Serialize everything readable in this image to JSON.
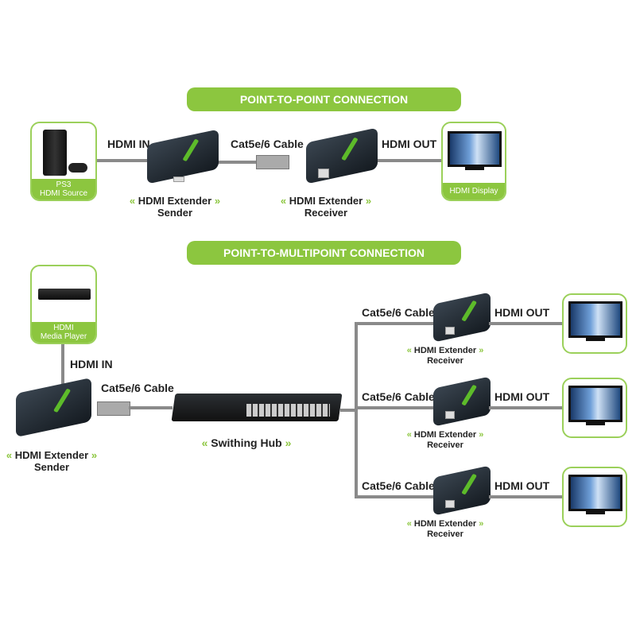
{
  "sections": {
    "point_to_point": {
      "title": "POINT-TO-POINT CONNECTION",
      "source": {
        "caption_line1": "PS3",
        "caption_line2": "HDMI Source",
        "icon": "game-console-icon"
      },
      "cable_in_label": "HDMI IN",
      "sender": {
        "line1": "HDMI Extender",
        "line2": "Sender"
      },
      "cat_cable_label": "Cat5e/6 Cable",
      "receiver": {
        "line1": "HDMI Extender",
        "line2": "Receiver"
      },
      "cable_out_label": "HDMI OUT",
      "display": {
        "caption": "HDMI Display",
        "icon": "tv-icon"
      }
    },
    "point_to_multipoint": {
      "title": "POINT-TO-MULTIPOINT CONNECTION",
      "source": {
        "caption_line1": "HDMI",
        "caption_line2": "Media Player",
        "icon": "media-player-icon"
      },
      "cable_in_label": "HDMI IN",
      "sender": {
        "line1": "HDMI Extender",
        "line2": "Sender"
      },
      "cat_cable_label": "Cat5e/6 Cable",
      "hub": {
        "label": "Swithing Hub"
      },
      "branches": [
        {
          "cable_label": "Cat5e/6 Cable",
          "out_label": "HDMI OUT",
          "receiver_line1": "HDMI Extender",
          "receiver_line2": "Receiver"
        },
        {
          "cable_label": "Cat5e/6 Cable",
          "out_label": "HDMI OUT",
          "receiver_line1": "HDMI Extender",
          "receiver_line2": "Receiver"
        },
        {
          "cable_label": "Cat5e/6 Cable",
          "out_label": "HDMI OUT",
          "receiver_line1": "HDMI Extender",
          "receiver_line2": "Receiver"
        }
      ]
    }
  },
  "chevron_left": "«",
  "chevron_right": "»",
  "colors": {
    "accent": "#8cc63f",
    "cable": "#8a8a8a",
    "device": "#1e262d"
  }
}
